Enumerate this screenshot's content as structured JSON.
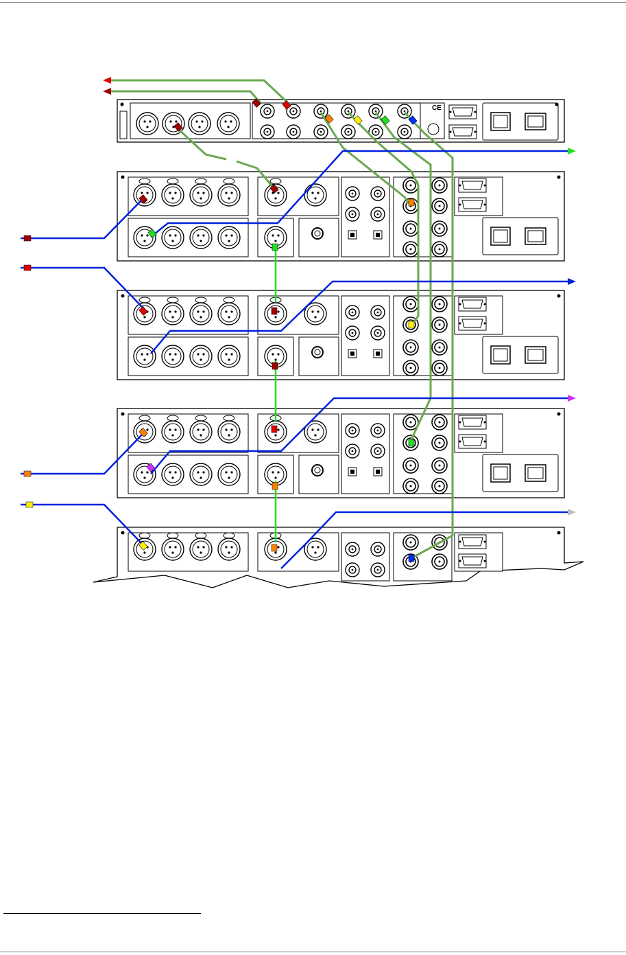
{
  "page": {
    "header_rule": true,
    "footer_rule": true,
    "footnote_rule": true
  },
  "diagram": {
    "description_visible_text": "",
    "ce_mark": "CE",
    "units": [
      {
        "id": "unit-master",
        "kind": "master"
      },
      {
        "id": "unit-1",
        "kind": "slave"
      },
      {
        "id": "unit-2",
        "kind": "slave"
      },
      {
        "id": "unit-3",
        "kind": "slave"
      },
      {
        "id": "unit-4",
        "kind": "slave-partial"
      }
    ],
    "cable_colors": {
      "dark_red": "#a00000",
      "red": "#e00000",
      "orange": "#ff8000",
      "yellow": "#ffee00",
      "green": "#00e000",
      "blue": "#0030ff",
      "purple": "#cc33ff",
      "grey": "#bbbbbb",
      "sync_green": "#6aa84f",
      "signal_blue": "#0022dd"
    }
  }
}
